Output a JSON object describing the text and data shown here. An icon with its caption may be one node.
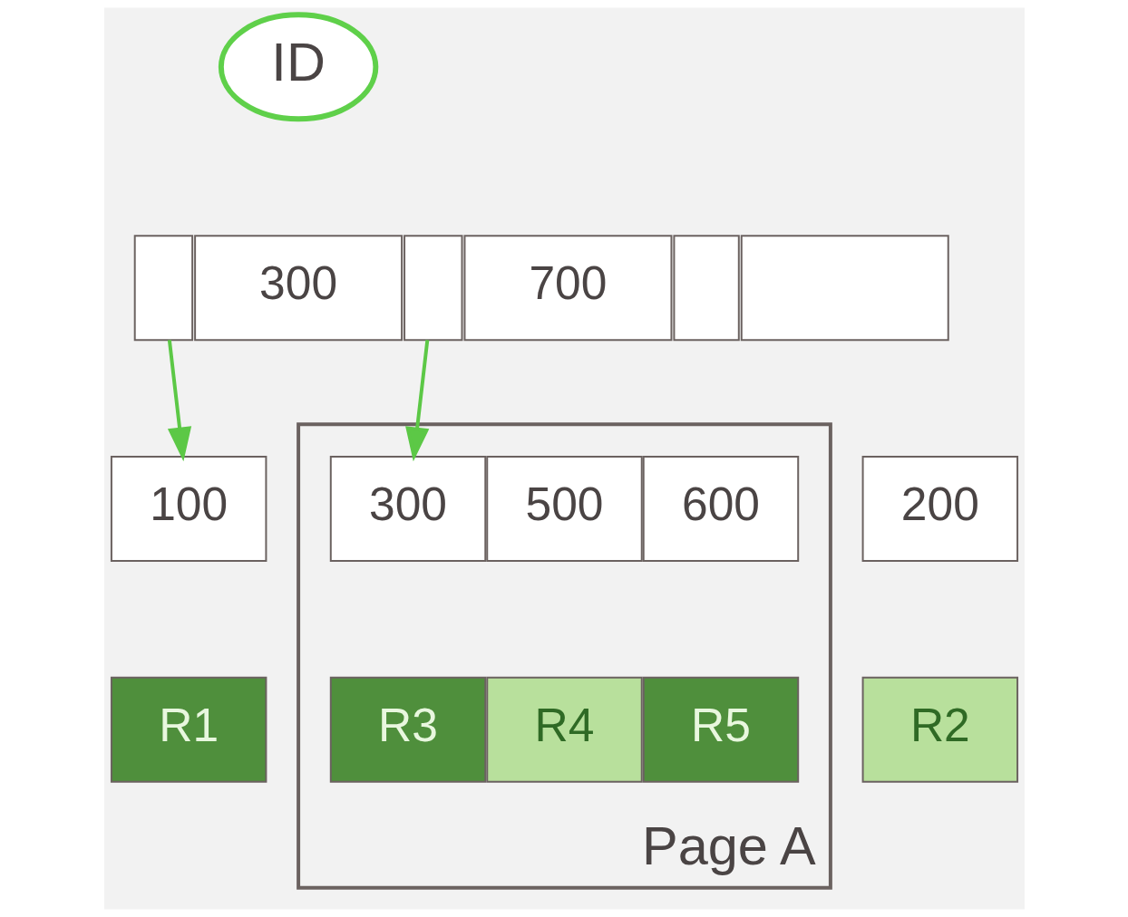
{
  "diagram": {
    "nodes": [
      {
        "text": [
          "ID"
        ]
      },
      {
        "text": [],
        "shape": "box"
      },
      {
        "text": [
          "300"
        ]
      },
      {
        "text": [],
        "shape": "box"
      },
      {
        "text": [
          "700"
        ]
      },
      {
        "text": [],
        "shape": "box"
      },
      {
        "text": [],
        "shape": "box"
      },
      {
        "text": [
          "100"
        ]
      },
      {
        "text": [
          "200"
        ]
      },
      {
        "text": [
          "R1"
        ]
      },
      {
        "text": [
          "R2"
        ]
      },
      {
        "text": [
          "Page A"
        ]
      },
      {
        "text": [
          "300"
        ],
        "in": 11
      },
      {
        "text": [
          "500"
        ],
        "in": 11
      },
      {
        "text": [
          "600"
        ],
        "in": 11
      },
      {
        "text": [
          "R3"
        ],
        "in": 11
      },
      {
        "text": [
          "R4"
        ],
        "in": 11
      },
      {
        "text": [
          "R5"
        ],
        "in": 11
      }
    ],
    "edges": [
      {
        "from": 1,
        "to": 7,
        "arrow": "to"
      },
      {
        "from": 3,
        "to": 12,
        "arrow": "to"
      }
    ]
  }
}
